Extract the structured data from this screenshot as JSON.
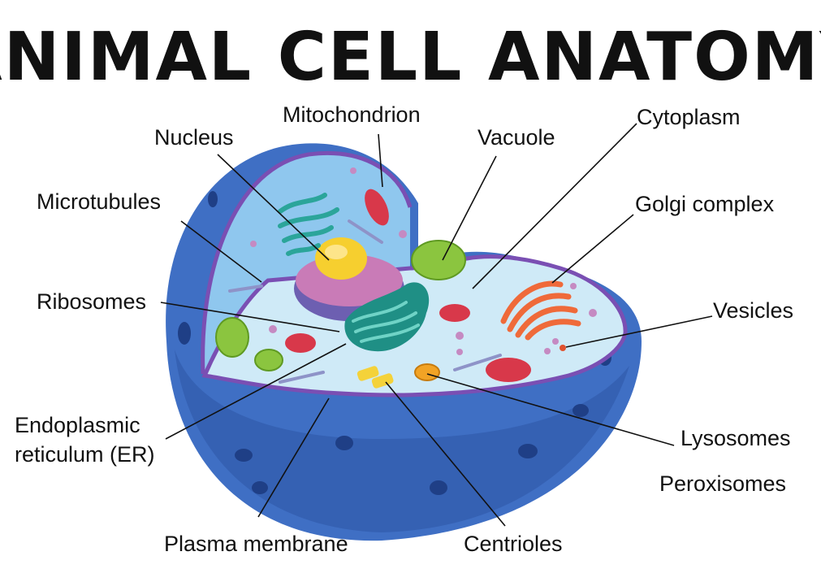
{
  "title": "ANIMAL CELL ANATOMY",
  "labels": {
    "mitochondrion": "Mitochondrion",
    "nucleus": "Nucleus",
    "vacuole": "Vacuole",
    "cytoplasm": "Cytoplasm",
    "microtubules": "Microtubules",
    "golgi_complex": "Golgi complex",
    "ribosomes": "Ribosomes",
    "vesicles": "Vesicles",
    "er_line1": "Endoplasmic",
    "er_line2": "reticulum (ER)",
    "lysosomes": "Lysosomes",
    "peroxisomes": "Peroxisomes",
    "plasma_membrane": "Plasma membrane",
    "centrioles": "Centrioles"
  },
  "colors": {
    "outer_shell": "#3f6fc4",
    "shell_dark": "#2e56a6",
    "membrane_purple": "#7a4fb3",
    "cytoplasm": "#cfeaf7",
    "inner_wall": "#8fc7ee",
    "nucleolus": "#f6cf2f",
    "nucleus_body": "#c97bb7",
    "mitochondria": "#d8384a",
    "er": "#2ba59a",
    "golgi": "#ef6a3a",
    "vacuole": "#8bc53f"
  }
}
